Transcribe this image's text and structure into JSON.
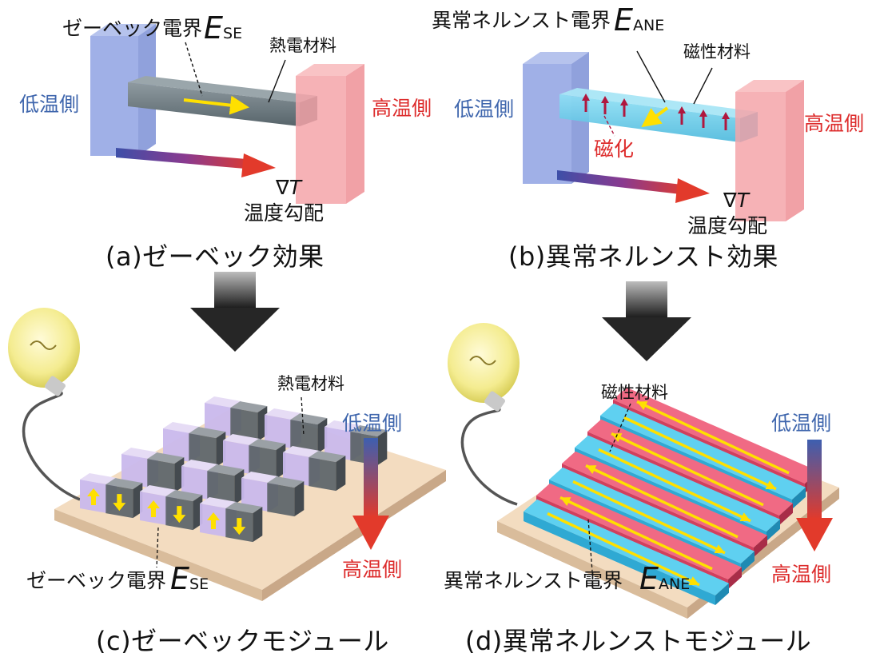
{
  "colors": {
    "cold": "#3f66ad",
    "hot": "#dd2c2c",
    "thermoelectric_bar": "#6c7a80",
    "magnetic_bar": "#55c8ea",
    "arrow_yellow": "#ffe000",
    "plate": "#f3dcc0"
  },
  "panel_a": {
    "field_label": "ゼーベック電界",
    "field_symbol": "E",
    "field_subscript": "SE",
    "material": "熱電材料",
    "cold_side": "低温側",
    "hot_side": "高温側",
    "gradient_symbol": "∇T",
    "gradient_label": "温度勾配",
    "caption": "(a)ゼーベック効果"
  },
  "panel_b": {
    "field_label": "異常ネルンスト電界",
    "field_symbol": "E",
    "field_subscript": "ANE",
    "material": "磁性材料",
    "magnetization": "磁化",
    "cold_side": "低温側",
    "hot_side": "高温側",
    "gradient_symbol": "∇T",
    "gradient_label": "温度勾配",
    "caption": "(b)異常ネルンスト効果"
  },
  "panel_c": {
    "material": "熱電材料",
    "cold_side": "低温側",
    "hot_side": "高温側",
    "field_label": "ゼーベック電界",
    "field_symbol": "E",
    "field_subscript": "SE",
    "caption": "(c)ゼーベックモジュール"
  },
  "panel_d": {
    "material": "磁性材料",
    "cold_side": "低温側",
    "hot_side": "高温側",
    "field_label": "異常ネルンスト電界",
    "field_symbol": "E",
    "field_subscript": "ANE",
    "caption": "(d)異常ネルンストモジュール"
  }
}
